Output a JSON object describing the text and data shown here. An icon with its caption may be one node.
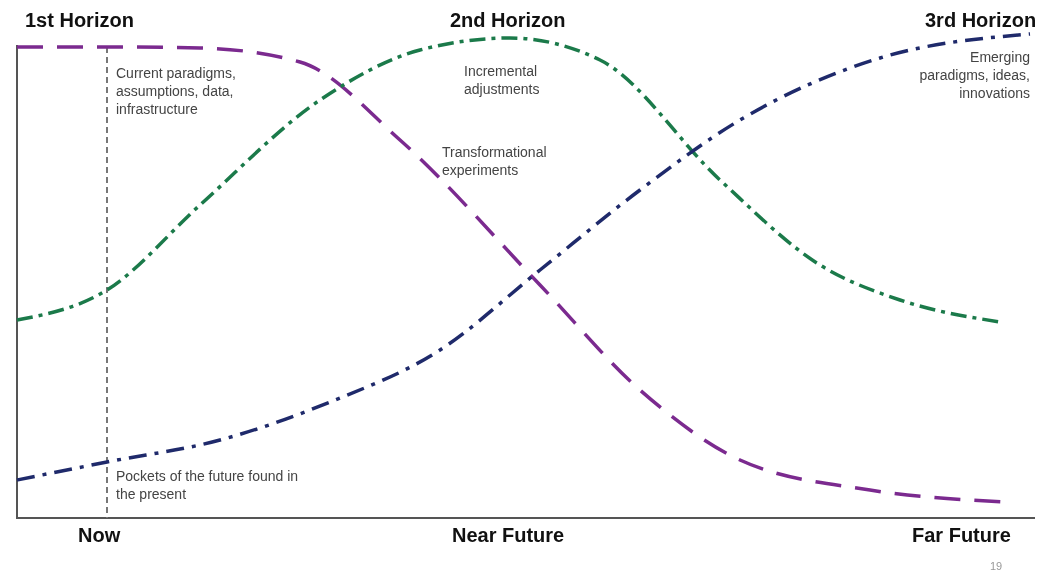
{
  "diagram": {
    "labels": [
      "1st Horizon",
      "2nd Horizon",
      "3rd Horizon",
      "Current paradigms, assumptions, data, infrastructure",
      "Incremental adjustments",
      "Emerging paradigms, ideas, innovations",
      "Transformational experiments",
      "Pockets of the future found in the present",
      "Now",
      "Near Future",
      "Far Future",
      "19"
    ]
  }
}
